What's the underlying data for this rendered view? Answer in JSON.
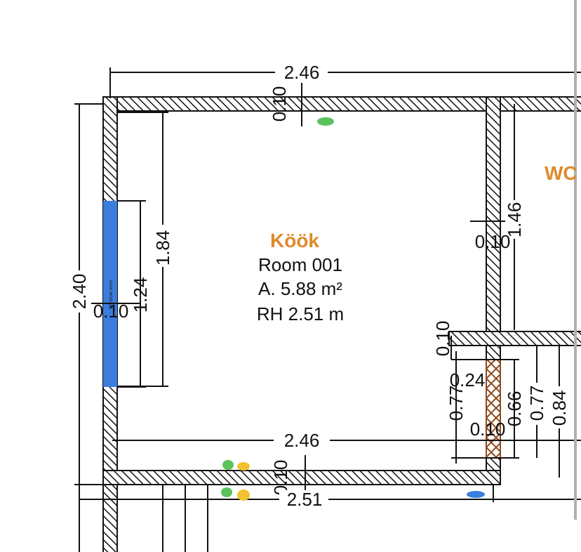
{
  "colors": {
    "room_label": "#E08A2B",
    "window": "#3B7DDD",
    "door": "#8B4A1E",
    "scrollbar": "#B0B0B0"
  },
  "rooms": [
    {
      "name": "Köök",
      "number": "Room 001",
      "area": "A. 5.88 m²",
      "height": "RH 2.51 m"
    },
    {
      "name": "WC"
    }
  ],
  "window_label": "Window area",
  "dimensions": {
    "top_width": "2.46",
    "top_wall": "0.10",
    "left_height": "2.40",
    "window_outer": "1.84",
    "window_inner": "1.24",
    "window_wall": "0.10",
    "right_upper": "1.46",
    "right_wall": "0.10",
    "wc_wall": "0.10",
    "door_offset": "0.24",
    "door_outer_left": "0.77",
    "door_width": "0.66",
    "door_outer_right": "0.77",
    "wc_height": "0.84",
    "door_wall": "0.10",
    "bottom_inner": "2.46",
    "bottom_wall": "0.10",
    "bottom_outer": "2.51"
  }
}
